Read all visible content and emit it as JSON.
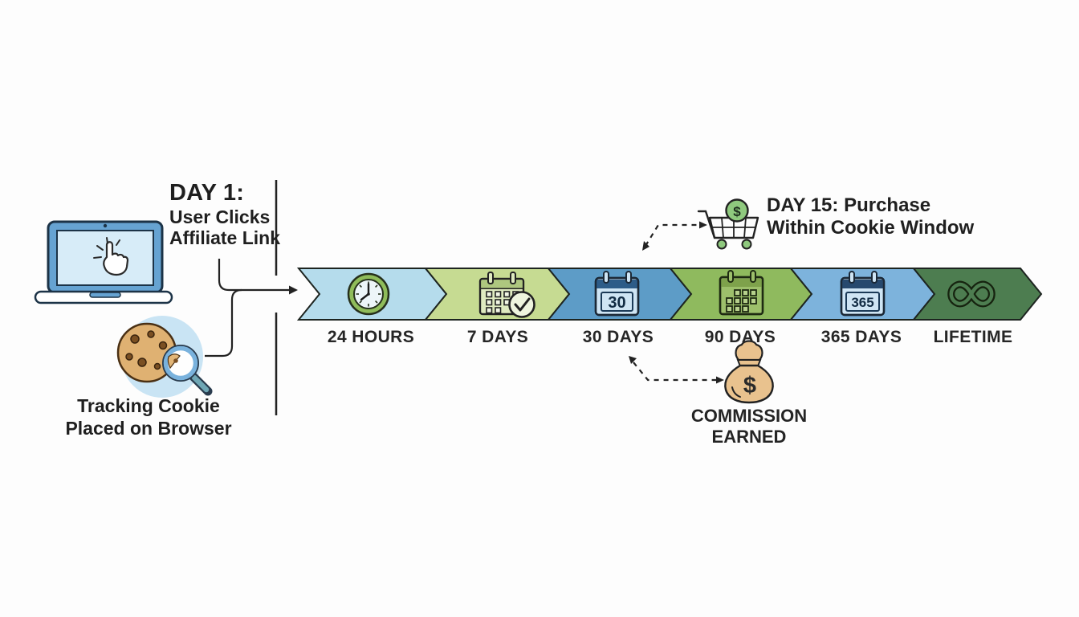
{
  "left_panel": {
    "day1": {
      "heading": "DAY 1:",
      "line1": "User Clicks",
      "line2": "Affiliate Link"
    },
    "tracking": {
      "line1": "Tracking Cookie",
      "line2": "Placed on Browser"
    }
  },
  "timeline": {
    "segments": [
      {
        "label": "24 HOURS",
        "color": "#b5dcec",
        "icon": "clock-icon"
      },
      {
        "label": "7 DAYS",
        "color": "#c6db92",
        "icon": "calendar-check-icon"
      },
      {
        "label": "30 DAYS",
        "color": "#5d9cc7",
        "icon": "calendar-30-icon"
      },
      {
        "label": "90 DAYS",
        "color": "#8fba5e",
        "icon": "calendar-grid-icon"
      },
      {
        "label": "365 DAYS",
        "color": "#7db3dc",
        "icon": "calendar-365-icon"
      },
      {
        "label": "LIFETIME",
        "color": "#4d7d50",
        "icon": "infinity-icon"
      }
    ],
    "calendar30_text": "30",
    "calendar365_text": "365"
  },
  "purchase_annotation": {
    "heading": "DAY 15:",
    "rest": "Purchase",
    "line2": "Within Cookie Window",
    "coin_symbol": "$"
  },
  "commission_annotation": {
    "line1": "COMMISSION",
    "line2": "EARNED",
    "bag_symbol": "$"
  },
  "colors": {
    "outline": "#1d2420",
    "laptop_blue": "#66a3d2",
    "screen_blue": "#d7ecf8",
    "clock_ring_green": "#8fbc5a",
    "coin_green": "#8fc97e",
    "bag_tan": "#e9c28e",
    "cookie_tan": "#dfb172",
    "cookie_circle_bg": "#c9e4f4",
    "magnifier_rim": "#79b2dd",
    "magnifier_handle": "#6fa7b5"
  }
}
